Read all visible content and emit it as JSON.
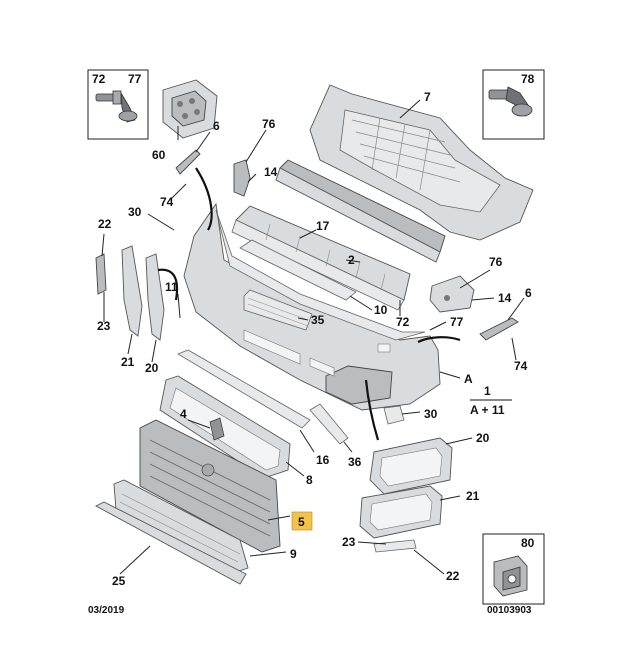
{
  "date_code": "03/2019",
  "drawing_number": "00103903",
  "highlight_color": "#f2c24a",
  "inset_boxes": {
    "top_left": [
      "72",
      "77"
    ],
    "top_right": [
      "78"
    ],
    "bottom_right": [
      "80"
    ]
  },
  "callouts": {
    "c60": "60",
    "c6a": "6",
    "c74a": "74",
    "c76a": "76",
    "c14a": "14",
    "c7": "7",
    "c30a": "30",
    "c17": "17",
    "c2": "2",
    "c22a": "22",
    "c23a": "23",
    "c11": "11",
    "c21a": "21",
    "c20a": "20",
    "c35": "35",
    "c10": "10",
    "c72": "72",
    "c77": "77",
    "c76b": "76",
    "c14b": "14",
    "c6b": "6",
    "c74b": "74",
    "cA": "A",
    "c4": "4",
    "c16": "16",
    "c36": "36",
    "c30b": "30",
    "c8": "8",
    "c20b": "20",
    "c21b": "21",
    "c5": "5",
    "c9": "9",
    "c23b": "23",
    "c22b": "22",
    "c25": "25"
  },
  "legend": {
    "top": "1",
    "bottom": "A + 11"
  }
}
